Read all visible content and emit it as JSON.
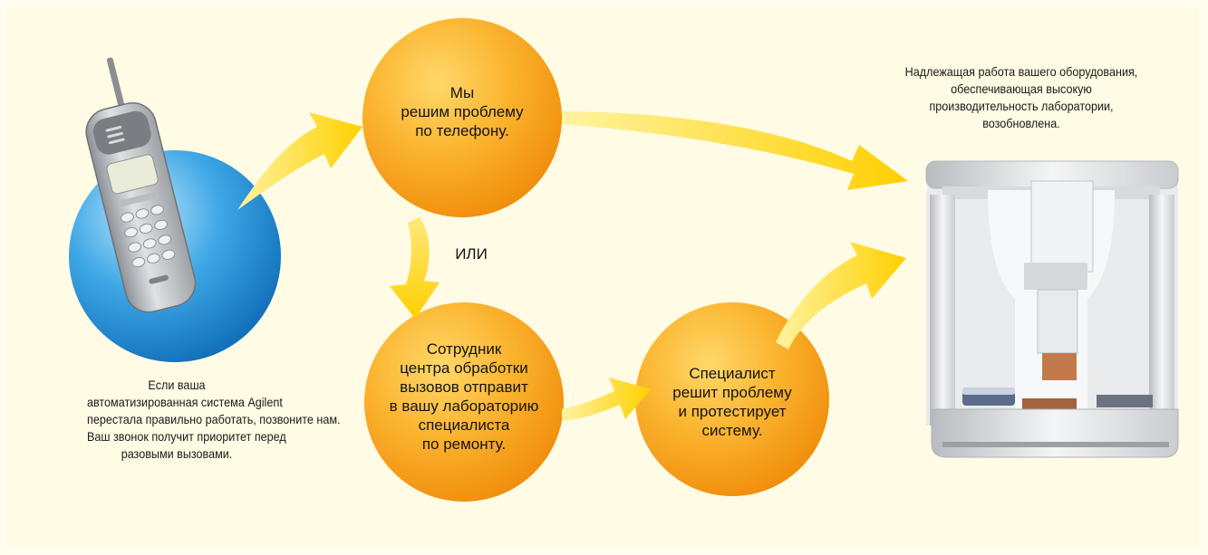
{
  "colors": {
    "background": "#fffbe4",
    "circle_orange": "#f39a0e",
    "circle_highlight": "#ffd86a",
    "arrow_yellow": "#ffd200",
    "phone_circle_blue": "#1b8fd6"
  },
  "icons": [
    "mobile-phone-icon",
    "lab-automation-instrument-icon"
  ],
  "caller_caption": [
    "Если ваша",
    "автоматизированная система Agilent",
    "перестала правильно работать, позвоните нам.",
    "Ваш звонок получит приоритет перед",
    "разовыми вызовами."
  ],
  "phone_fix_circle": [
    "Мы",
    "решим проблему",
    "по телефону."
  ],
  "or_label": "ИЛИ",
  "dispatch_circle": [
    "Сотрудник",
    "центра обработки",
    "вызовов отправит",
    "в вашу лабораторию",
    "специалиста",
    "по ремонту."
  ],
  "specialist_circle": [
    "Специалист",
    "решит проблему",
    "и протестирует",
    "систему."
  ],
  "result_caption": [
    "Надлежащая работа вашего оборудования,",
    "обеспечивающая  высокую",
    "производительность  лаборатории,",
    "возобновлена."
  ]
}
